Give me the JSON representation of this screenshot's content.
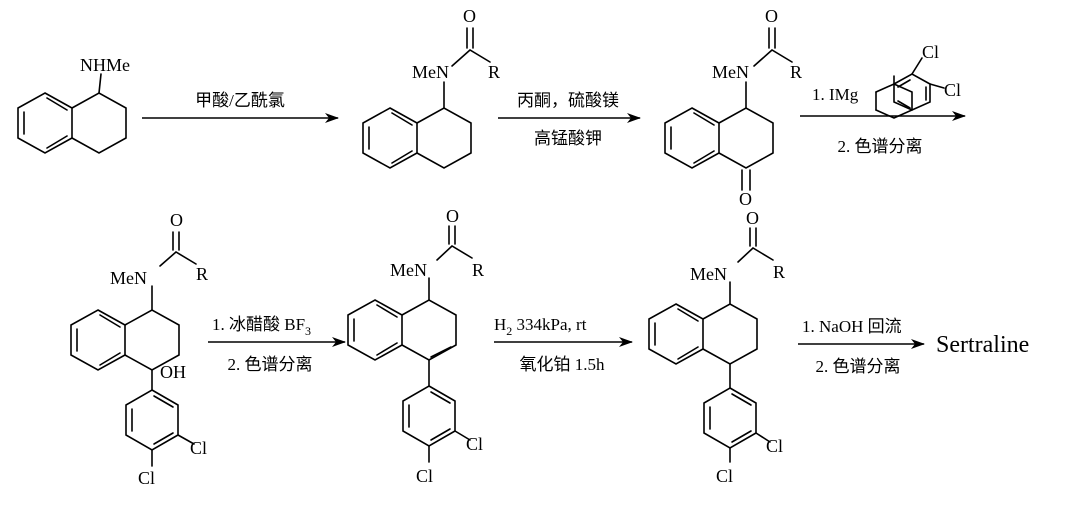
{
  "scheme": {
    "row1": {
      "step1": {
        "above": "甲酸/乙酰氯",
        "below": ""
      },
      "step2": {
        "above": "丙酮，硫酸镁",
        "below": "高锰酸钾"
      },
      "step3": {
        "above": "1.  IMg",
        "below": "2. 色谱分离"
      }
    },
    "row2": {
      "step4": {
        "above": "1. 冰醋酸  BF",
        "above_sub": "3",
        "below": "2. 色谱分离"
      },
      "step5": {
        "above_h": "H",
        "above_sub": "2",
        "above_rest": "  334kPa, rt",
        "below": "氧化铂  1.5h"
      },
      "step6": {
        "above": "1.  NaOH  回流",
        "below": "2. 色谱分离"
      }
    },
    "product": "Sertraline"
  },
  "atoms": {
    "nhme": "NHMe",
    "men": "MeN",
    "oxygen": "O",
    "r_group": "R",
    "cl": "Cl",
    "oh": "OH"
  }
}
